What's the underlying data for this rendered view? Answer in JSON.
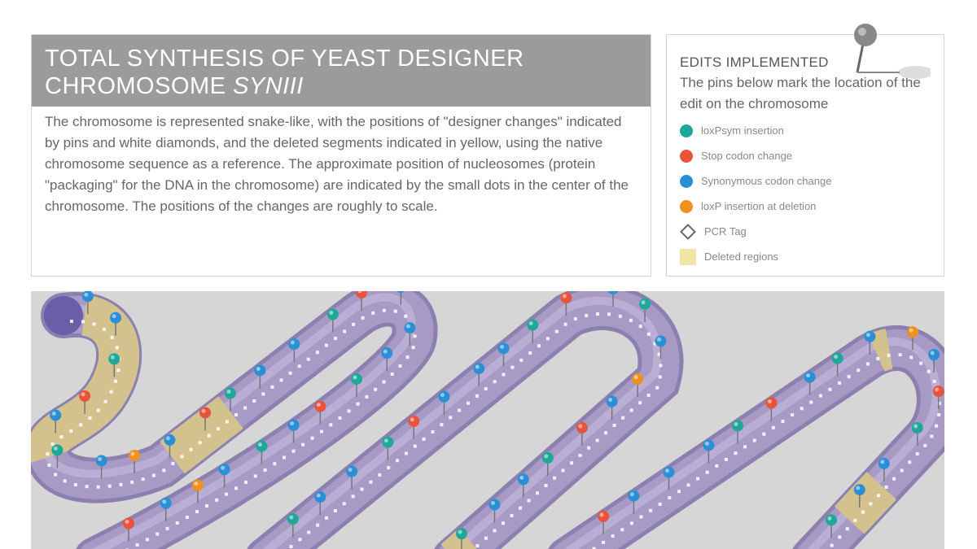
{
  "header": {
    "title_line1": "TOTAL SYNTHESIS OF YEAST DESIGNER",
    "title_line2_prefix": "CHROMOSOME ",
    "title_line2_italic": "SYNIII"
  },
  "description": "The chromosome is represented snake-like, with the positions of \"designer changes\" indicated by pins and white diamonds, and the deleted segments indicated in yellow, using the native chromosome sequence as a reference. The approximate position of nucleosomes (protein \"packaging\" for the DNA in the chromosome) are indicated by the small dots in the center of the chromosome. The positions of the changes are roughly to scale.",
  "legend": {
    "title": "EDITS IMPLEMENTED",
    "subtitle": "The pins below mark the location of the edit on the chromosome",
    "items": [
      {
        "label": "loxPsym insertion",
        "icon": "teal-pin-icon",
        "color": "#1fa89a"
      },
      {
        "label": "Stop codon change",
        "icon": "red-pin-icon",
        "color": "#e8533a"
      },
      {
        "label": "Synonymous codon change",
        "icon": "blue-pin-icon",
        "color": "#2b8fd6"
      },
      {
        "label": "loxP insertion at deletion",
        "icon": "orange-pin-icon",
        "color": "#f0901e"
      },
      {
        "label": "PCR Tag",
        "icon": "diamond-icon",
        "color": "#666666"
      },
      {
        "label": "Deleted regions",
        "icon": "yellow-square-icon",
        "color": "#f2e3a6"
      }
    ]
  },
  "colors": {
    "chromosome": "#a79bc6",
    "chromosome_shade": "#8c80b0",
    "deleted": "#d4c28e",
    "centromere": "#6a5ea8"
  }
}
